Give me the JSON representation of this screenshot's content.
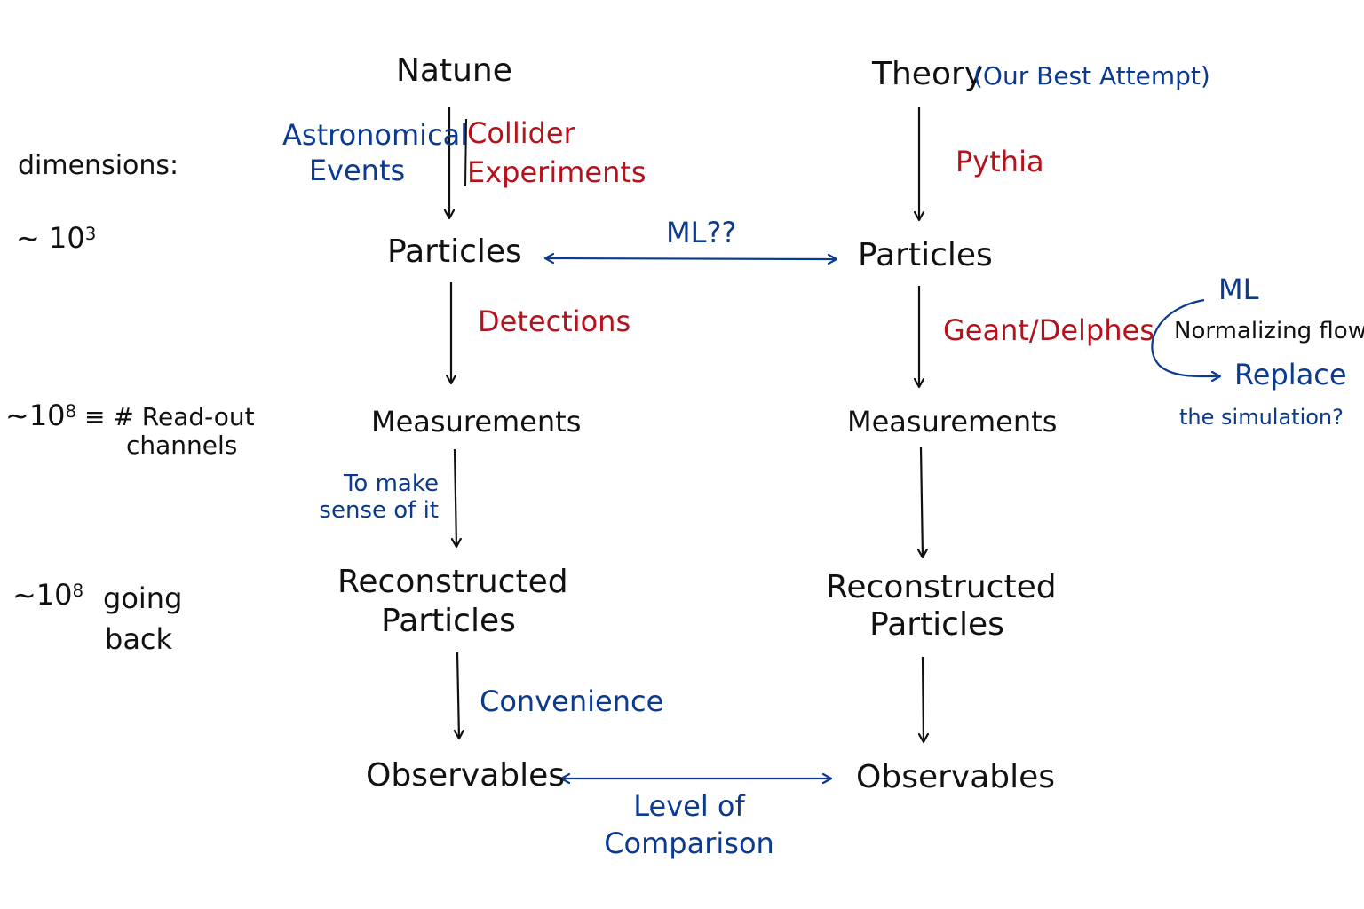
{
  "nature": {
    "title": "Natune",
    "source_left": [
      "Astronomical",
      "Events"
    ],
    "source_right": [
      "Collider",
      "Experiments"
    ],
    "particles": "Particles",
    "detections": "Detections",
    "measurements": "Measurements",
    "make_sense": [
      "To make",
      "sense of it"
    ],
    "reconstructed": [
      "Reconstructed",
      "Particles"
    ],
    "convenience": "Convenience",
    "observables": "Observables"
  },
  "theory": {
    "title": "Theory",
    "subtitle": "(Our Best Attempt)",
    "pythia": "Pythia",
    "particles": "Particles",
    "geant": "Geant/Delphes",
    "measurements": "Measurements",
    "reconstructed": [
      "Reconstructed",
      "Particles"
    ],
    "observables": "Observables"
  },
  "ml_side": {
    "ml": "ML",
    "normalizing_flow": "Normalizing flow",
    "replace": "Replace",
    "simulation": "the simulation?"
  },
  "links": {
    "ml_question": "ML??",
    "level_of_comparison": [
      "Level of",
      "Comparison"
    ]
  },
  "dimensions": {
    "label": "dimensions:",
    "d1_base": "~ 10",
    "d1_exp": "3",
    "d2_base": "~10",
    "d2_exp": "8",
    "d2_rest": " ≡ # Read-out",
    "d2_channels": "channels",
    "d3_base": "~10",
    "d3_exp": "8",
    "d3_going": "going",
    "d3_back": "back"
  },
  "colors": {
    "ink": "#111111",
    "red": "#b5121b",
    "blue": "#0b3a8f"
  }
}
